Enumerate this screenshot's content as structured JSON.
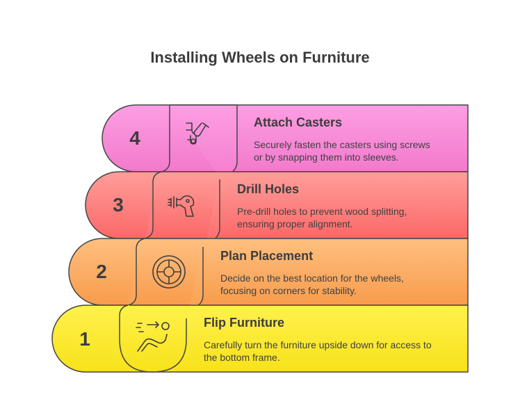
{
  "title": "Installing Wheels on Furniture",
  "colors": {
    "step1": [
      "#fff14d",
      "#f7e219"
    ],
    "step2": [
      "#ffbf80",
      "#f89c4c"
    ],
    "step3": [
      "#ff9e9a",
      "#fb6868"
    ],
    "step4": [
      "#fd9ee4",
      "#f27acb"
    ],
    "outline": "#444444"
  },
  "steps": [
    {
      "number": "1",
      "title": "Flip Furniture",
      "desc_lines": [
        "Carefully turn the furniture upside down for access to",
        "the bottom frame."
      ],
      "icon": "flip-arrow-icon"
    },
    {
      "number": "2",
      "title": "Plan Placement",
      "desc_lines": [
        "Decide on the best location for the wheels,",
        "focusing on corners for stability."
      ],
      "icon": "wheel-target-icon"
    },
    {
      "number": "3",
      "title": "Drill Holes",
      "desc_lines": [
        "Pre-drill holes to prevent wood splitting,",
        "ensuring proper alignment."
      ],
      "icon": "drill-icon"
    },
    {
      "number": "4",
      "title": "Attach Casters",
      "desc_lines": [
        "Securely fasten the casters using screws",
        "or by snapping them into sleeves."
      ],
      "icon": "caster-screw-icon"
    }
  ]
}
